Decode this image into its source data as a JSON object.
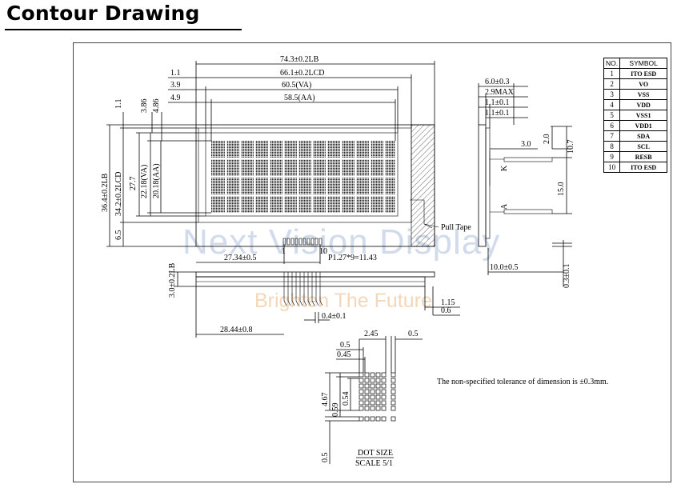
{
  "heading": "Contour Drawing",
  "watermark": {
    "brand": "Next Vision Display",
    "tagline": "Brighten The Future"
  },
  "pin_table": {
    "headers": [
      "NO.",
      "SYMBOL"
    ],
    "rows": [
      {
        "no": "1",
        "symbol": "ITO ESD"
      },
      {
        "no": "2",
        "symbol": "VO"
      },
      {
        "no": "3",
        "symbol": "VSS"
      },
      {
        "no": "4",
        "symbol": "VDD"
      },
      {
        "no": "5",
        "symbol": "VSS1"
      },
      {
        "no": "6",
        "symbol": "VDD1"
      },
      {
        "no": "7",
        "symbol": "SDA"
      },
      {
        "no": "8",
        "symbol": "SCL"
      },
      {
        "no": "9",
        "symbol": "RESB"
      },
      {
        "no": "10",
        "symbol": "ITO ESD"
      }
    ]
  },
  "dims": {
    "overall_width": "74.3±0.2LB",
    "lcd_width": "66.1±0.2LCD",
    "va_width": "60.5(VA)",
    "aa_width": "58.5(AA)",
    "d_1_1": "1.1",
    "d_3_9": "3.9",
    "d_4_9": "4.9",
    "v_1_1": "1.1",
    "v_3_86": "3.86",
    "v_4_86": "4.86",
    "height_lb": "36.4±0.2LB",
    "height_lcd": "34.2±0.2LCD",
    "h_27_7": "27.7",
    "h_va": "22.18(VA)",
    "h_aa": "20.18(AA)",
    "h_6_5": "6.5",
    "pull_tape": "Pull Tape",
    "pin1": "1",
    "pin10": "10",
    "pin_offset": "27.34±0.5",
    "pin_pitch": "P1.27*9=11.43",
    "fpc_offset": "28.44±0.8",
    "thickness_v": "3.0±0.2LB",
    "pin_width": "0.4±0.1",
    "d_1_15": "1.15",
    "d_0_6": "0.6",
    "side_6_0": "6.0±0.3",
    "side_2_9": "2.9MAX",
    "side_1_1a": "1.1±0.1",
    "side_1_1b": "1.1±0.1",
    "side_2_0": "2.0",
    "side_10_7": "10.7",
    "side_3_0": "3.0",
    "side_15_0": "15.0",
    "side_10_0": "10.0±0.5",
    "side_0_3": "0.3±0.1",
    "label_k": "K",
    "label_a": "A",
    "dot_2_45": "2.45",
    "dot_0_5_top": "0.5",
    "dot_0_5a": "0.5",
    "dot_0_45": "0.45",
    "dot_4_67": "4.67",
    "dot_0_59": "0.59",
    "dot_0_54": "0.54",
    "dot_0_5_bottom": "0.5",
    "dot_size": "DOT SIZE",
    "dot_scale": "SCALE 5/1"
  },
  "tolerance_note": "The non-specified tolerance of dimension is ±0.3mm."
}
